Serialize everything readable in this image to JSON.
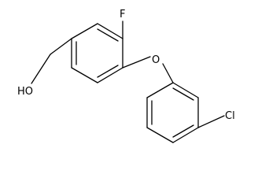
{
  "molecule": {
    "atoms": {
      "fluorine": "F",
      "oxygen": "O",
      "hydroxyl": "HO",
      "chlorine": "Cl"
    },
    "bond_color": "#000000",
    "background": "#ffffff"
  }
}
